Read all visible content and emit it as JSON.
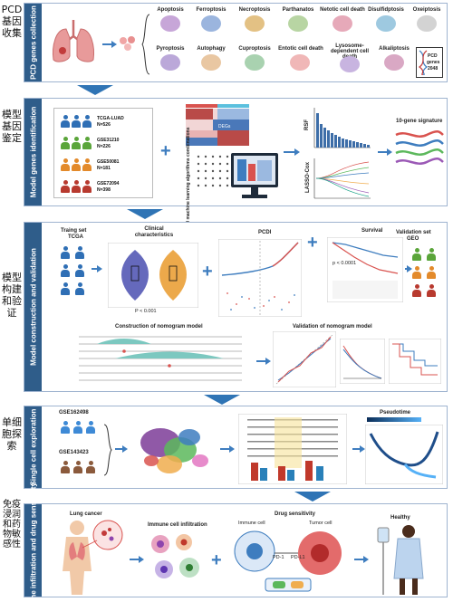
{
  "sections": [
    {
      "cn": "PCD基因收集",
      "en": "PCD genes collection",
      "cells": [
        {
          "label": "Apoptosis",
          "color": "#c7a6d8"
        },
        {
          "label": "Ferroptosis",
          "color": "#9bb5de"
        },
        {
          "label": "Necroptosis",
          "color": "#e3c184"
        },
        {
          "label": "Parthanatos",
          "color": "#b8d5a3"
        },
        {
          "label": "Netotic cell death",
          "color": "#e6a9b9"
        },
        {
          "label": "Disulfidptosis",
          "color": "#9ec9e0"
        },
        {
          "label": "Oxeiptosis",
          "color": "#d3d3d3"
        },
        {
          "label": "Pyroptosis",
          "color": "#bba8d9"
        },
        {
          "label": "Autophagy",
          "color": "#e9c7a2"
        },
        {
          "label": "Cuproptosis",
          "color": "#a9d2b0"
        },
        {
          "label": "Entotic cell death",
          "color": "#f0b7b7"
        },
        {
          "label": "Lysosome-dependent cell death",
          "color": "#c8b4e0"
        },
        {
          "label": "Alkaliptosis",
          "color": "#d9a8c4"
        }
      ],
      "pcd_genes_line1": "PCD",
      "pcd_genes_line2": "genes",
      "pcd_genes_line3": "2048"
    },
    {
      "cn": "模型基因鉴定",
      "en": "Model genes identification",
      "datasets": [
        {
          "name": "TCGA-LUAD",
          "n": "N=526",
          "color": "#2f6fb5"
        },
        {
          "name": "GSE31210",
          "n": "N=226",
          "color": "#5aa53a"
        },
        {
          "name": "GSE50081",
          "n": "N=181",
          "color": "#e38a2b"
        },
        {
          "name": "GSE72094",
          "n": "N=398",
          "color": "#b83a2f"
        }
      ],
      "degs": "DEGs",
      "ml_text": "70 machine learning algorithms combinations",
      "rsf": "RSF",
      "lasso": "LASSO-Cox",
      "signature": "10-gene signature"
    },
    {
      "cn": "模型构建和验证",
      "en": "Model construction and validation",
      "training_set": "Traing set",
      "training_sub": "TCGA",
      "clinical": "Clinical characteristics",
      "pvalue": "P < 0.001",
      "pcdi": "PCDI",
      "survival": "Survival",
      "survival_p": "p < 0.0001",
      "validation_set": "Validation set",
      "validation_sub": "GEO",
      "nomogram_construction": "Construction of nomogram model",
      "nomogram_validation": "Validation of nomogram model"
    },
    {
      "cn": "单细胞探索",
      "en": "Single cell exploration",
      "gse1": "GSE162498",
      "gse2": "GSE143423",
      "pseudotime": "Pseudotime"
    },
    {
      "cn": "免疫浸润和药物敏感性",
      "en": "Immune infiltration and drug sensitivity",
      "lung_cancer": "Lung cancer",
      "immune": "Immune cell infiltration",
      "drug": "Drug sensitivity",
      "immune_cell": "Immune cell",
      "tumor_cell": "Tumor cell",
      "pd1": "PD-1",
      "pdl1": "PD-L1",
      "healthy": "Healthy"
    }
  ],
  "colors": {
    "band": "#2f5d8a",
    "arrow": "#2f74b5",
    "accent": "#3e7dbf"
  }
}
